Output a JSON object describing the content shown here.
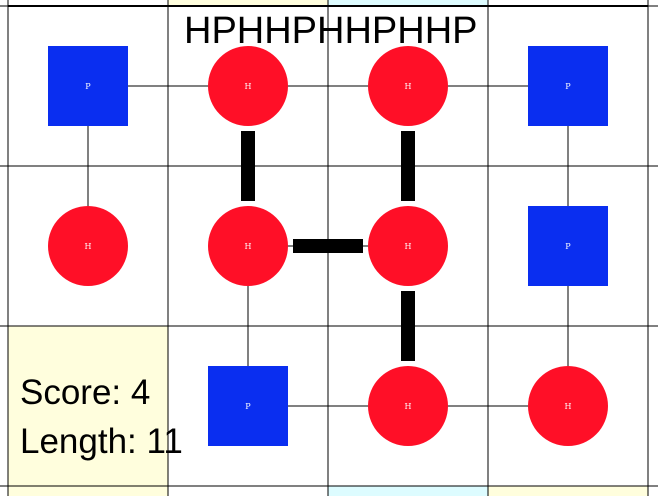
{
  "sequence": "HPHHPHHPHHP",
  "score_text": "Score: 4",
  "length_text": "Length: 11",
  "colors": {
    "hydrophobic": "#ff0f27",
    "polar": "#0a2ef0",
    "grid_line": "#000000",
    "cell_bg": "#ffffff",
    "cell_yellow": "#fffedd",
    "cell_cyan": "#ddfcff",
    "contact": "#000000"
  },
  "lattice": {
    "columns": 4,
    "rows": 3,
    "highlight_cells": [
      {
        "col": 0,
        "row": 2,
        "tint": "yellow"
      }
    ],
    "edge_strips": [
      {
        "edge": "top",
        "col": 1,
        "tint": "yellow"
      },
      {
        "edge": "top",
        "col": 2,
        "tint": "cyan"
      },
      {
        "edge": "bottom",
        "col": 0,
        "tint": "yellow"
      },
      {
        "edge": "bottom",
        "col": 2,
        "tint": "cyan"
      },
      {
        "edge": "bottom",
        "col": 3,
        "tint": "yellow"
      }
    ]
  },
  "chain": [
    {
      "type": "H",
      "col": 0,
      "row": 1
    },
    {
      "type": "P",
      "col": 0,
      "row": 0
    },
    {
      "type": "H",
      "col": 1,
      "row": 0
    },
    {
      "type": "H",
      "col": 2,
      "row": 0
    },
    {
      "type": "P",
      "col": 3,
      "row": 0
    },
    {
      "type": "P",
      "col": 3,
      "row": 1
    },
    {
      "type": "H",
      "col": 3,
      "row": 2
    },
    {
      "type": "H",
      "col": 2,
      "row": 2
    },
    {
      "type": "P",
      "col": 1,
      "row": 2
    },
    {
      "type": "H",
      "col": 1,
      "row": 1
    },
    {
      "type": "H",
      "col": 2,
      "row": 1
    }
  ],
  "contacts": [
    {
      "from": [
        1,
        0
      ],
      "to": [
        1,
        1
      ]
    },
    {
      "from": [
        2,
        0
      ],
      "to": [
        2,
        1
      ]
    },
    {
      "from": [
        1,
        1
      ],
      "to": [
        2,
        1
      ]
    },
    {
      "from": [
        2,
        1
      ],
      "to": [
        2,
        2
      ]
    }
  ]
}
